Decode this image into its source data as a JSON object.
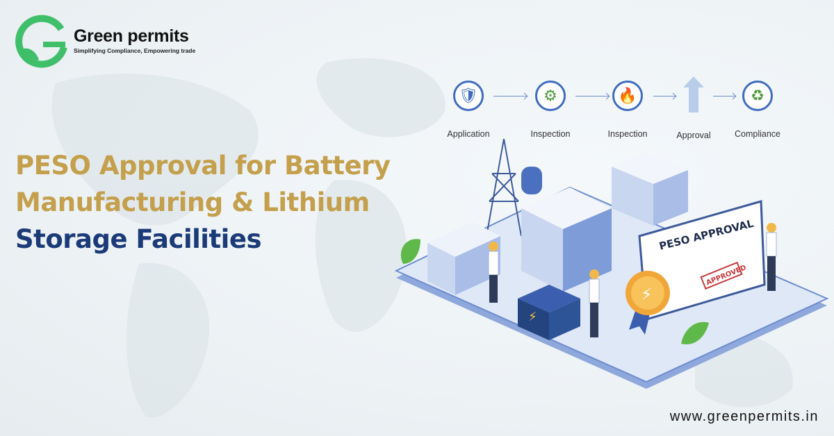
{
  "brand": {
    "name": "Green permits",
    "tagline": "Simplifying Compliance, Empowering trade",
    "color": "#3fbf6a"
  },
  "headline": {
    "line1": "PESO Approval for Battery",
    "line2": "Manufacturing & Lithium",
    "line3": "Storage Facilities",
    "gold_color": "#c4a04c",
    "navy_color": "#1b3a78"
  },
  "process_steps": [
    {
      "label": "Application",
      "icon": "shield-check-icon"
    },
    {
      "label": "Inspection",
      "icon": "gear-icon"
    },
    {
      "label": "Inspection",
      "icon": "no-fire-icon"
    },
    {
      "label": "Approval",
      "icon": "up-arrow-icon"
    },
    {
      "label": "Compliance",
      "icon": "recycle-icon"
    }
  ],
  "certificate": {
    "title": "PESO APPROVAL",
    "stamp": "APPROVED"
  },
  "website": "www.greenpermits.in"
}
